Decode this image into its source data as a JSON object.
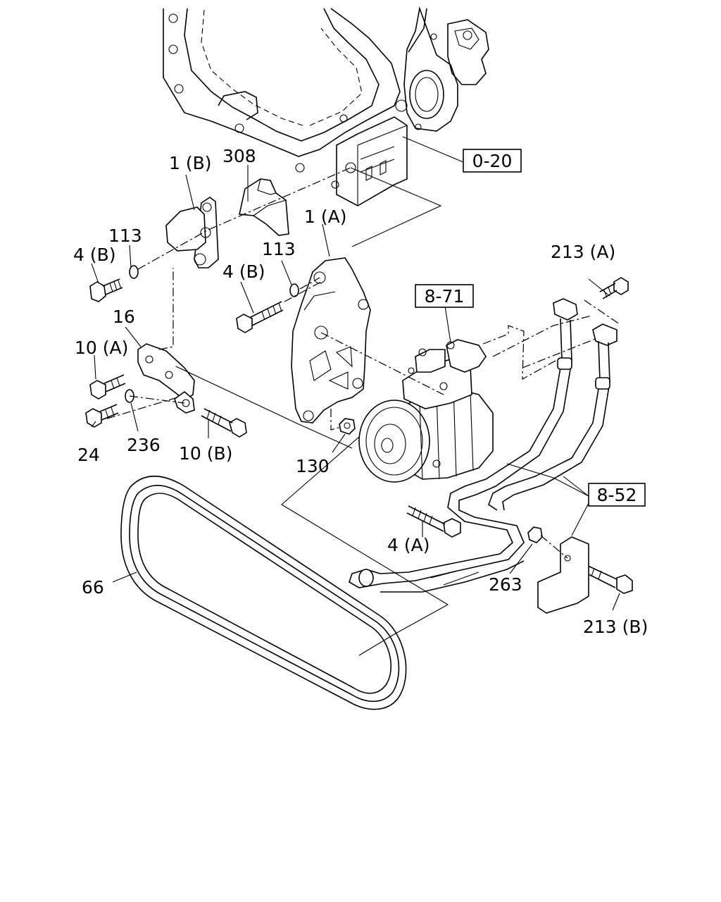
{
  "labels": {
    "l_1b": "1 (B)",
    "l_308": "308",
    "l_113a": "113",
    "l_4b_left": "4 (B)",
    "l_1a": "1 (A)",
    "l_113b": "113",
    "l_4b_mid": "4 (B)",
    "l_16": "16",
    "l_10a": "10 (A)",
    "l_24": "24",
    "l_236": "236",
    "l_10b": "10 (B)",
    "l_130": "130",
    "l_213a": "213 (A)",
    "l_4a": "4 (A)",
    "l_263": "263",
    "l_213b": "213 (B)",
    "l_66": "66"
  },
  "refs": {
    "r_0_20": "0-20",
    "r_8_71": "8-71",
    "r_8_52": "8-52"
  }
}
